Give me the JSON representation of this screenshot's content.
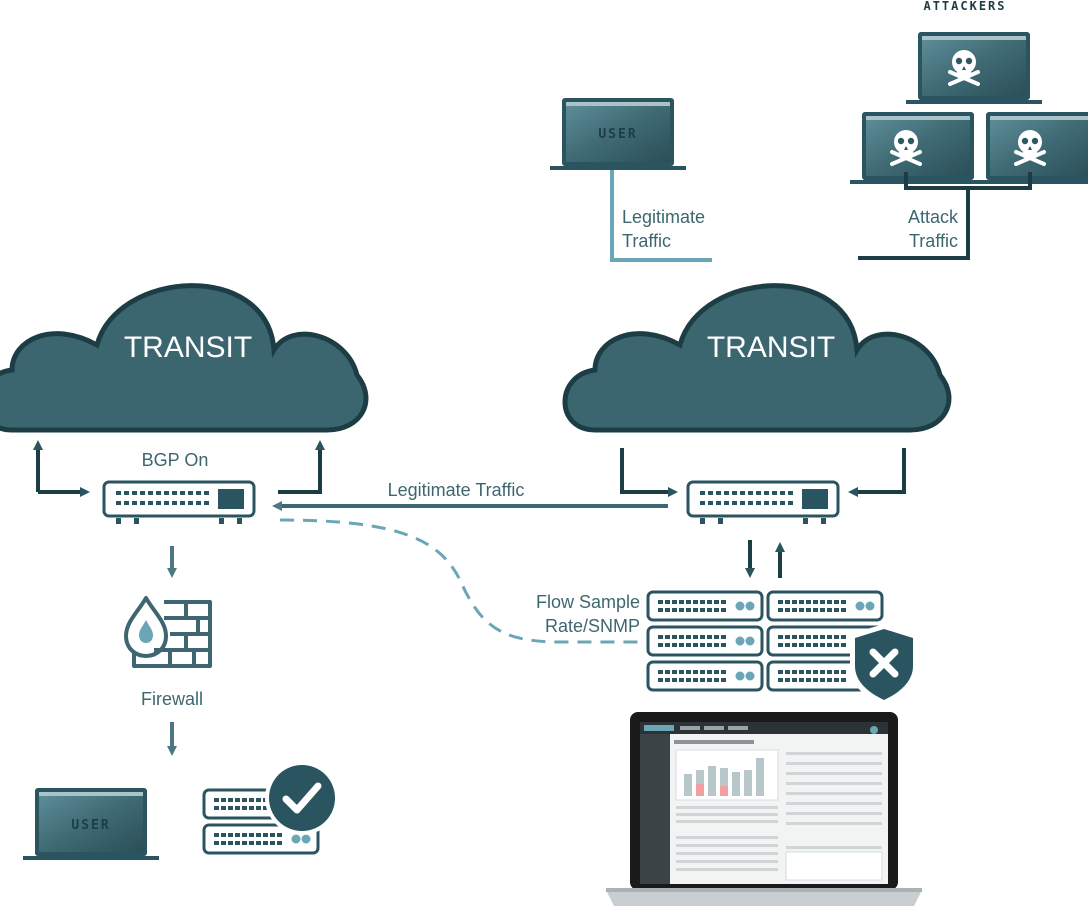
{
  "labels": {
    "attackers": "ATTACKERS",
    "user_top": "USER",
    "user_bottom": "USER",
    "legit_traffic_1": "Legitimate",
    "legit_traffic_2": "Traffic",
    "attack_traffic_1": "Attack",
    "attack_traffic_2": "Traffic",
    "transit_left": "TRANSIT",
    "transit_right": "TRANSIT",
    "bgp_on": "BGP On",
    "legit_traffic_middle": "Legitimate Traffic",
    "flow_sample_1": "Flow Sample",
    "flow_sample_2": "Rate/SNMP",
    "firewall": "Firewall"
  },
  "colors": {
    "dark": "#2a5560",
    "cloud_fill": "#3b6670",
    "text": "#3e6670",
    "accent": "#6aa6b6",
    "screen": "#5a8a94"
  },
  "icons": {
    "attacker": "skull-crossbones-icon",
    "firewall": "brick-wall-flame-icon",
    "blocked": "shield-x-icon",
    "allowed": "check-circle-icon"
  }
}
